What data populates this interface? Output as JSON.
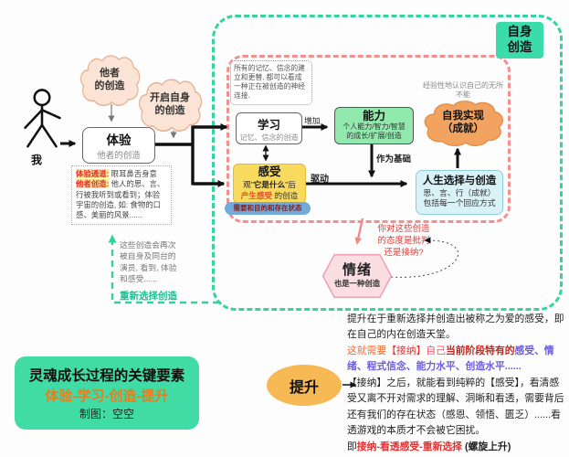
{
  "person": {
    "label": "我"
  },
  "region_label": "自身\n创造",
  "clouds": {
    "others": "他者\n的创造",
    "open_own": "开启自身\n的创造",
    "self_realization_title": "自我实现",
    "self_realization_sub": "（成就）",
    "self_realization_note": "经验性地认识自己的无所不能"
  },
  "nodes": {
    "experience": {
      "title": "体验",
      "subtitle": "他者的创造"
    },
    "learning": {
      "title": "学习",
      "subtitle": "记忆、信念的创造"
    },
    "ability": {
      "title": "能力",
      "desc": "个人能力/智力/智慧\n的成长/扩展/创造"
    },
    "feeling": {
      "title": "感受",
      "l1a": "观\"",
      "l1b": "它是什么",
      "l1c": "\"后",
      "l2a": "产生感受",
      "l2b": " 的创造"
    },
    "need_pill": "需要和目的和存在状态",
    "life_choice": {
      "title": "人生选择与创造",
      "l1": "思、言、行（成就）",
      "l2": "包括每一个回应方式"
    },
    "emotion": {
      "title": "情绪",
      "subtitle": "也是一种创造"
    },
    "uplift": "提升"
  },
  "edge_labels": {
    "increase": "增加",
    "drive": "驱动",
    "as_basis": "作为基础"
  },
  "notes": {
    "memory": "所有的记忆、信念的建立和更替, 都可以看成一种正在被创造的神经连接.",
    "exp_k1": "体验通道:",
    "exp_v1": " 眼耳鼻舌身意",
    "exp_k2": "他者创造:",
    "exp_v2": " 他人的思、言、行被我听到或看到；体验宇宙的创造, 如: 食物的口感、美丽的风景......",
    "feedback": "这些创造会再次被自身及同台的演员, 看到, 体验和感受......",
    "reselect": "重新选择创造",
    "attitude": "你对这些创造\n的态度是批判\n还是接纳?"
  },
  "title_card": {
    "l1": "灵魂成长过程的关键要素",
    "l2": "体验-学习-创造-提升",
    "l3": "制图：空空"
  },
  "insight": {
    "p1": "提升在于重新选择并创造出被称之为爱的感受，即在自己的内在创造天堂。",
    "n1": "这就需要",
    "n2": "【接纳】",
    "n3": "自己",
    "n4": "当前阶段特有的",
    "n5": "感受、情绪、程式信念、能力水平、创造水平......",
    "p2": "【接纳】之后，就能看到纯粹的【感受】，看清感受又离不开对需求的理解、洞晰和看透，需要背后还有我们的存在状态（感恩、领悟、匮乏）......看透游戏的本质才不会被它困扰。",
    "e1": "即",
    "e2": "接纳-看透感受-重新选择",
    "e3": " (螺旋上升)"
  },
  "colors": {
    "teal_dash": "#35d3a2",
    "pink_dash": "#f29090",
    "ability_green": "#92e9ad",
    "feeling_yellow": "#f8da5f",
    "choice_blue": "#d9f2f8",
    "cloud_peach": "#fbe4d5",
    "realization_orange": "#f2a360",
    "uplift_orange": "#f7b954",
    "title_teal": "#41dba6",
    "red_text": "#e53935",
    "violet_text": "#6b5ce0"
  }
}
